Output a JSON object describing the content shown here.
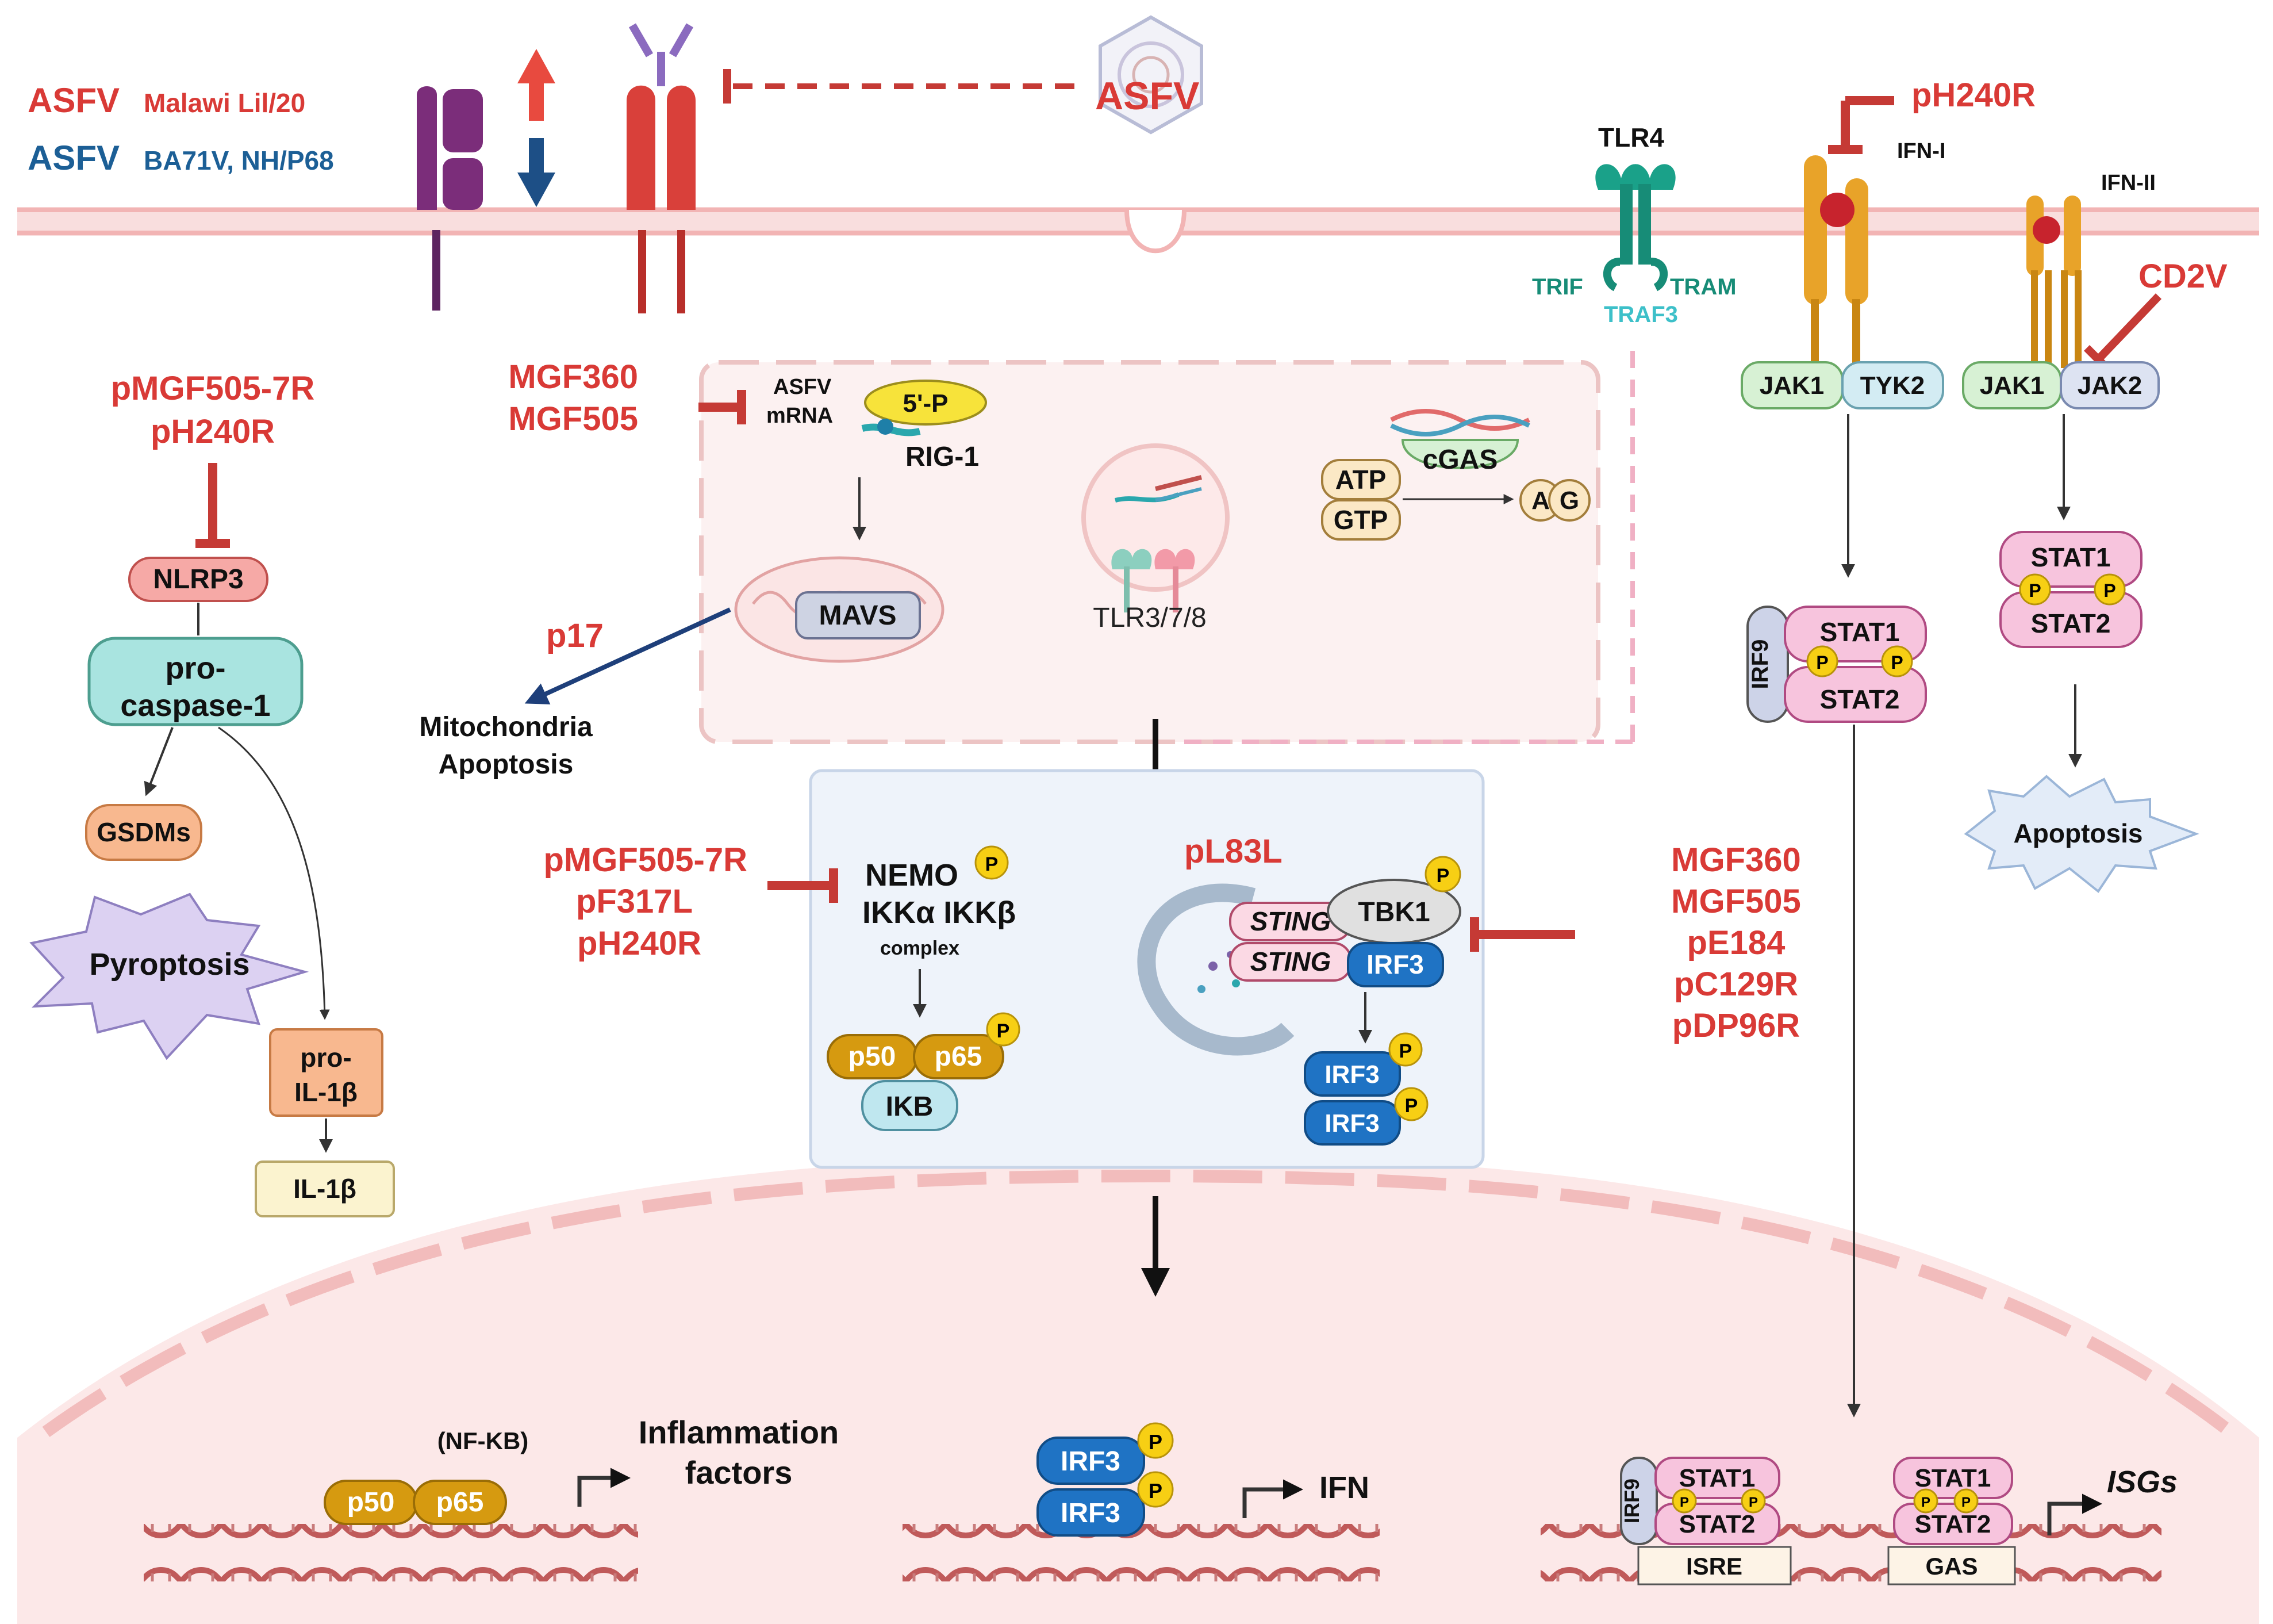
{
  "legend": {
    "asfv_red_strain": "ASFV",
    "asfv_red_sub": "Malawi Lil/20",
    "asfv_blue_strain": "ASFV",
    "asfv_blue_sub": "BA71V, NH/P68"
  },
  "top": {
    "asfv_virus": "ASFV",
    "tlr4": "TLR4",
    "trif": "TRIF",
    "tram": "TRAM",
    "traf3": "TRAF3",
    "ph240r_top": "pH240R",
    "ifn1": "IFN-I",
    "ifn2": "IFN-II",
    "cd2v": "CD2V"
  },
  "jak": {
    "jak1_a": "JAK1",
    "tyk2": "TYK2",
    "jak1_b": "JAK1",
    "jak2": "JAK2"
  },
  "inflammasome": {
    "inhib_1": "pMGF505-7R",
    "inhib_2": "pH240R",
    "nlrp3": "NLRP3",
    "procasp_1": "pro-",
    "procasp_2": "caspase-1",
    "gsdms": "GSDMs",
    "pyroptosis": "Pyroptosis",
    "proil_1": "pro-",
    "proil_2": "IL-1β",
    "il1b": "IL-1β"
  },
  "sensing": {
    "mgf360": "MGF360",
    "mgf505": "MGF505",
    "asfv": "ASFV",
    "mrna": "mRNA",
    "five_p": "5'-P",
    "rig1": "RIG-1",
    "mavs": "MAVS",
    "p17": "p17",
    "mito_1": "Mitochondria",
    "mito_2": "Apoptosis",
    "tlr378": "TLR3/7/8",
    "cgas": "cGAS",
    "atp": "ATP",
    "gtp": "GTP",
    "a": "A",
    "g": "G"
  },
  "nfkb_box": {
    "inhib_1": "pMGF505-7R",
    "inhib_2": "pF317L",
    "inhib_3": "pH240R",
    "nemo": "NEMO",
    "ikk": "IKKα IKKβ",
    "complex": "complex",
    "p50": "p50",
    "p65": "p65",
    "ikb": "IKB",
    "pl83l": "pL83L",
    "sting1": "STING",
    "sting2": "STING",
    "tbk1": "TBK1",
    "irf3": "IRF3",
    "irf3_a": "IRF3",
    "irf3_b": "IRF3",
    "p": "P"
  },
  "sting_inhibitors": [
    "MGF360",
    "MGF505",
    "pE184",
    "pC129R",
    "pDP96R"
  ],
  "stat": {
    "irf9": "IRF9",
    "stat1": "STAT1",
    "stat2": "STAT2",
    "stat1_b": "STAT1",
    "stat2_b": "STAT2",
    "apoptosis": "Apoptosis"
  },
  "nucleus": {
    "nfkb": "(NF-KB)",
    "p50": "p50",
    "p65": "p65",
    "infl_1": "Inflammation",
    "infl_2": "factors",
    "irf3_a": "IRF3",
    "irf3_b": "IRF3",
    "ifn": "IFN",
    "irf9": "IRF9",
    "stat1_a": "STAT1",
    "stat2_a": "STAT2",
    "stat1_b": "STAT1",
    "stat2_b": "STAT2",
    "isre": "ISRE",
    "gas": "GAS",
    "isgs": "ISGs"
  },
  "colors": {
    "inhibitor_red": "#d93a36",
    "strain_blue": "#1c5f96",
    "membrane_pink": "#f6c9c9",
    "nucleus_pink": "#fbe6e6",
    "box_blue": "#eef3fa",
    "irf3_blue": "#1f73c4",
    "p_yellow": "#f7cf14",
    "p50_gold": "#d69a10",
    "stat_pink": "#f7c4dd",
    "jak_green": "#d7f1d4",
    "tyk_blue": "#d3ecf3"
  }
}
